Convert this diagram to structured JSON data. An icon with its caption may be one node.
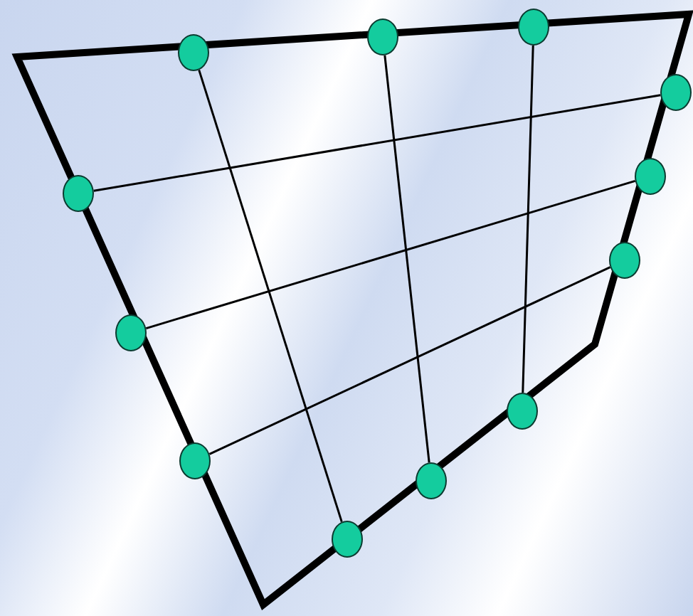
{
  "diagram": {
    "nodes": [
      {
        "text": [],
        "shape": "circle"
      },
      {
        "text": [],
        "shape": "circle"
      },
      {
        "text": [],
        "shape": "circle"
      },
      {
        "text": [],
        "shape": "circle"
      },
      {
        "text": [],
        "shape": "circle"
      },
      {
        "text": [],
        "shape": "circle"
      },
      {
        "text": [],
        "shape": "circle"
      },
      {
        "text": [],
        "shape": "circle"
      },
      {
        "text": [],
        "shape": "circle"
      },
      {
        "text": [],
        "shape": "circle"
      },
      {
        "text": [],
        "shape": "circle"
      },
      {
        "text": [],
        "shape": "circle"
      }
    ],
    "edges": [
      {
        "from": 2,
        "to": 11,
        "arrow": "none"
      },
      {
        "from": 1,
        "to": 10,
        "arrow": "none"
      },
      {
        "from": 0,
        "to": 8,
        "arrow": "none"
      },
      {
        "from": 5,
        "to": 3,
        "arrow": "none"
      },
      {
        "from": 7,
        "to": 4,
        "arrow": "none"
      },
      {
        "from": 9,
        "to": 6,
        "arrow": "none"
      }
    ]
  }
}
